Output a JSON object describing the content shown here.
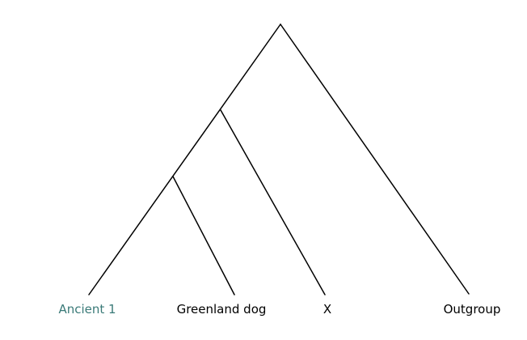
{
  "tree": {
    "leaves": [
      {
        "id": "ancient1",
        "label": "Ancient 1",
        "color": "#3a7a78"
      },
      {
        "id": "greenland",
        "label": "Greenland dog",
        "color": "#000000"
      },
      {
        "id": "x",
        "label": "X",
        "color": "#000000"
      },
      {
        "id": "outgroup",
        "label": "Outgroup",
        "color": "#000000"
      }
    ],
    "branch_color": "#000000"
  }
}
